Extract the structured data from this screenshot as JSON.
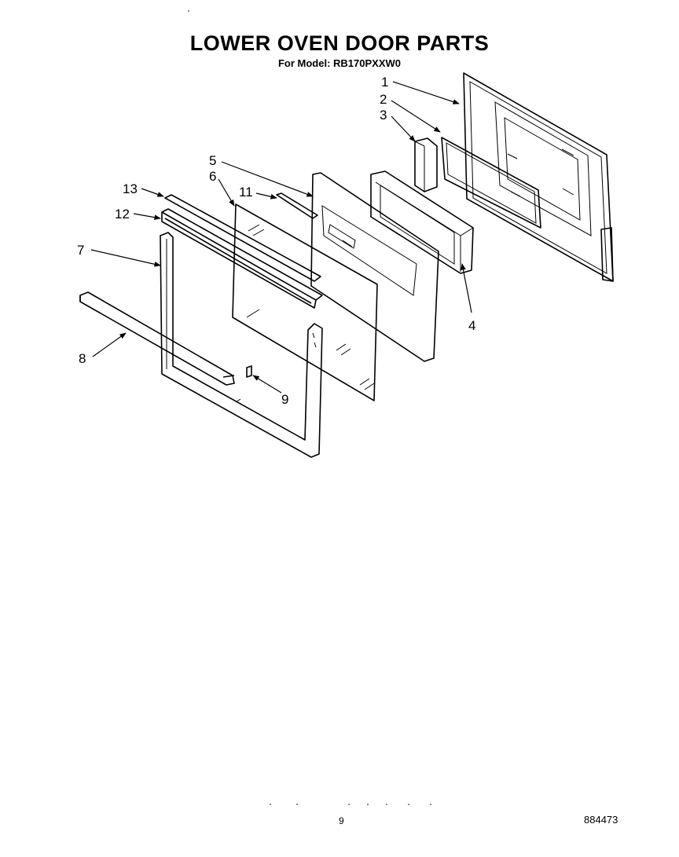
{
  "header": {
    "title": "LOWER OVEN DOOR PARTS",
    "subtitle": "For Model: RB170PXXW0"
  },
  "callouts": {
    "c1": "1",
    "c2": "2",
    "c3": "3",
    "c4": "4",
    "c5": "5",
    "c6": "6",
    "c7": "7",
    "c8": "8",
    "c9": "9",
    "c11": "11",
    "c12": "12",
    "c13": "13"
  },
  "footer": {
    "page_number": "9",
    "diagram_code": "884473"
  }
}
